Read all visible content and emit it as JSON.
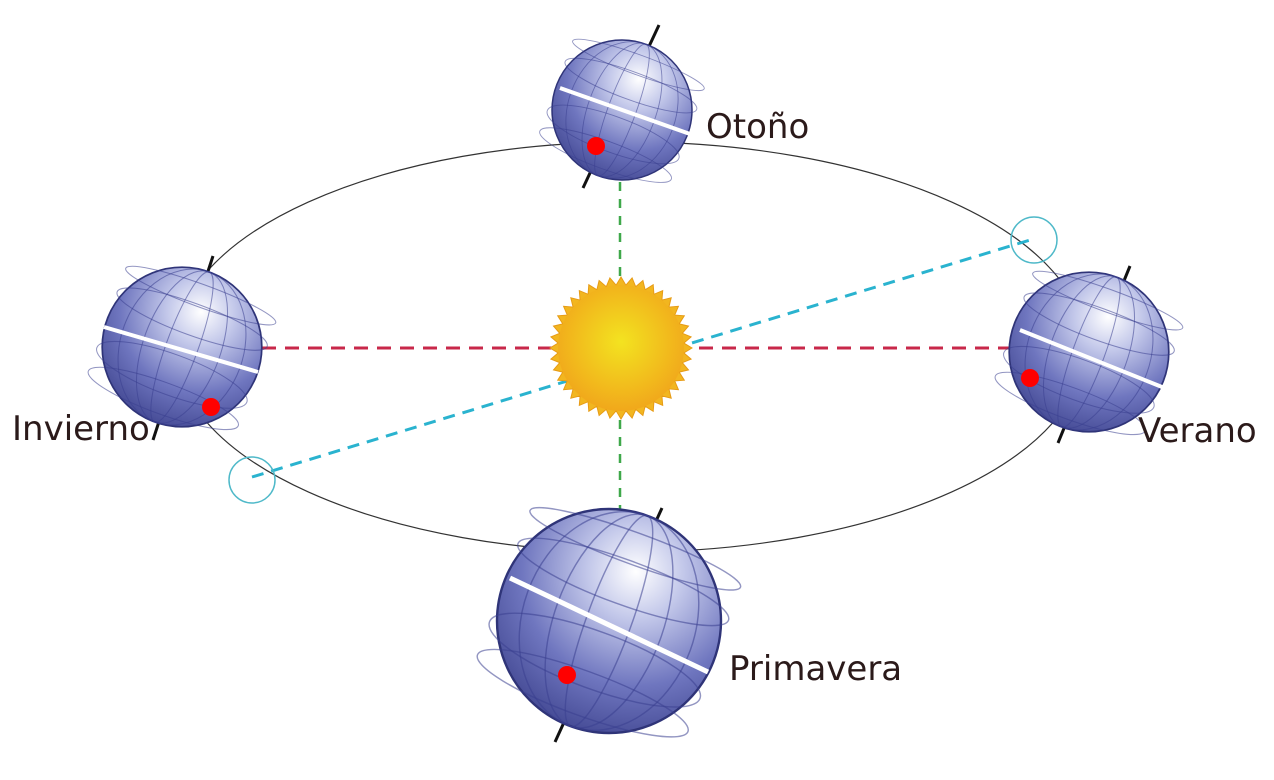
{
  "labels": {
    "autumn": "Otoño",
    "winter": "Invierno",
    "summer": "Verano",
    "spring": "Primavera"
  },
  "colors": {
    "orbit": "#333333",
    "solstice_line": "#c8284a",
    "equinox_line": "#3fa84a",
    "apsis_line": "#2ab3cf",
    "apsis_marker": "#4fb9c9",
    "sun_center": "#f4e021",
    "sun_edge": "#f0a21a",
    "globe_light": "#ffffff",
    "globe_dark": "#3a3f8c",
    "equator": "#ffffff",
    "observer_dot": "#ff0000",
    "axis": "#111111",
    "label_text": "#2b1a1a"
  },
  "icons": {
    "sun": "sun-icon",
    "globe": "earth-globe-icon",
    "observer": "observer-dot-icon"
  }
}
